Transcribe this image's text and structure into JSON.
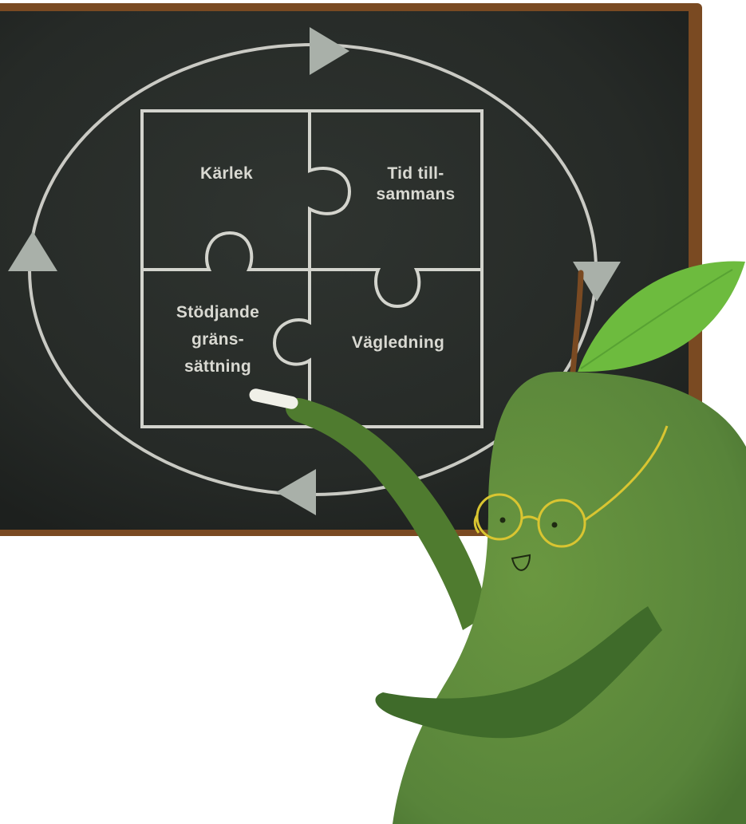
{
  "puzzle": {
    "pieces": [
      {
        "id": "top-left",
        "lines": [
          "Kärlek"
        ]
      },
      {
        "id": "top-right",
        "lines": [
          "Tid till-",
          "sammans"
        ]
      },
      {
        "id": "bottom-left",
        "lines": [
          "Stödjande",
          "gräns-",
          "sättning"
        ]
      },
      {
        "id": "bottom-right",
        "lines": [
          "Vägledning"
        ]
      }
    ]
  },
  "colors": {
    "board": "#262a27",
    "frame": "#7a4a22",
    "chalk": "#e6e6df",
    "arrow": "#a9b0a9",
    "pear_body": "#5f8a37",
    "pear_dark": "#3f6b2a",
    "leaf": "#6dbb3e",
    "glasses": "#d9c531"
  },
  "icons": [
    "pear-character",
    "chalk-stick",
    "glasses-icon",
    "cycle-arrow-icon"
  ]
}
